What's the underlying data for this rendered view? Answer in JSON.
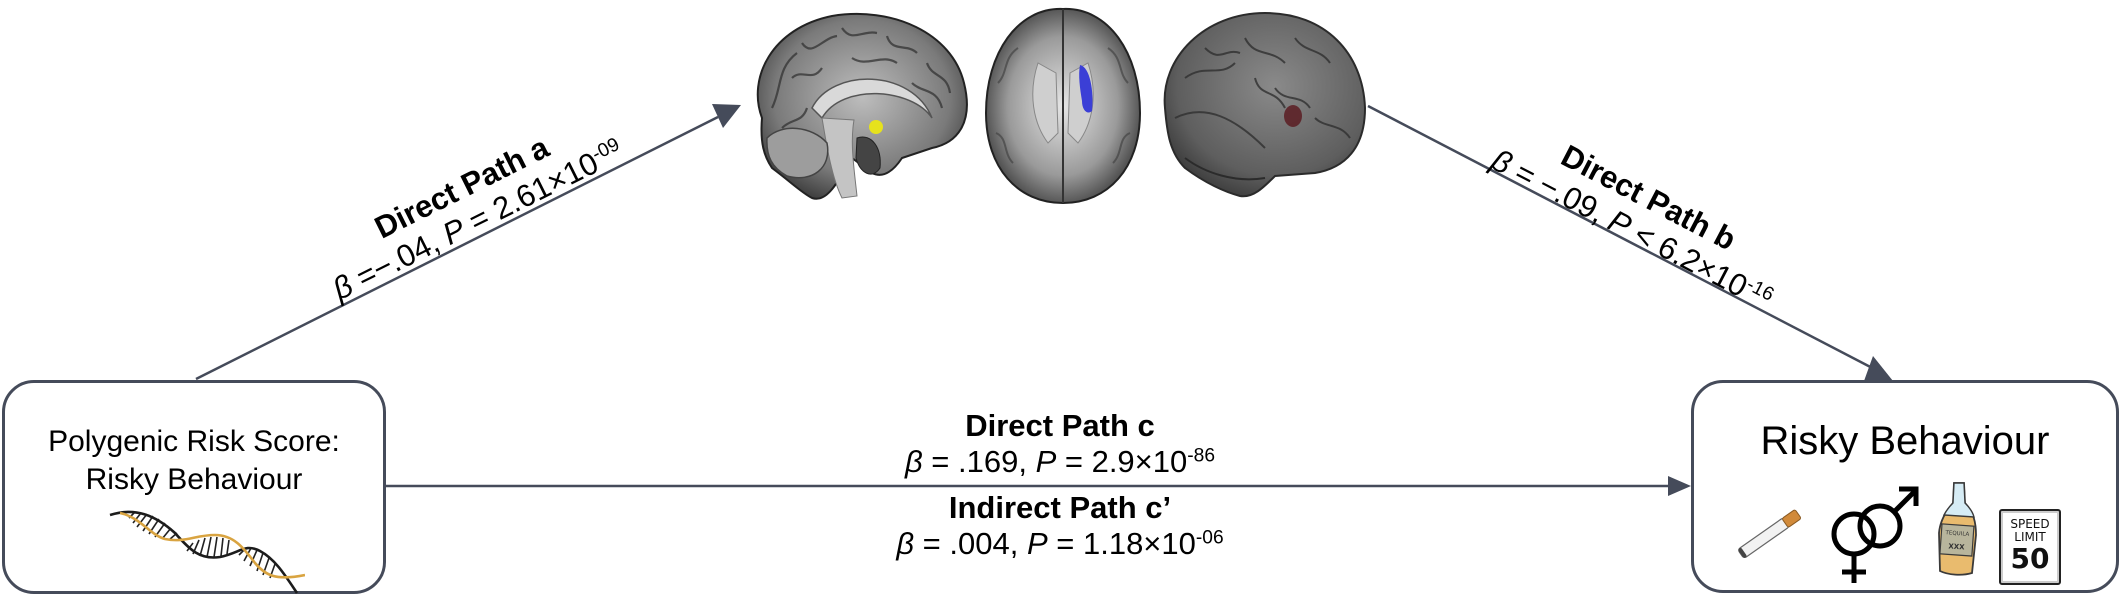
{
  "diagram": {
    "type": "mediation-model",
    "line_color": "#454b5a",
    "nodes": {
      "predictor": {
        "title_line1": "Polygenic Risk Score:",
        "title_line2": "Risky Behaviour",
        "icon": "dna-helix-icon"
      },
      "mediator": {
        "images": [
          {
            "name": "sagittal-brain-slice",
            "highlight_color": "#e6e21c"
          },
          {
            "name": "axial-brain-slice",
            "highlight_color": "#3b3fd6"
          },
          {
            "name": "lateral-brain-surface",
            "highlight_color": "#5a1c22"
          }
        ]
      },
      "outcome": {
        "title": "Risky Behaviour",
        "icons": [
          "cigarette-icon",
          "gender-symbols-icon",
          "tequila-bottle-icon",
          "speed-limit-sign-icon"
        ],
        "bottle_label_top": "TEQUILA",
        "bottle_label_bottom": "XXX",
        "sign_line1": "SPEED",
        "sign_line2": "LIMIT",
        "sign_number": "50"
      }
    },
    "paths": {
      "a": {
        "title": "Direct Path a",
        "beta_symbol": "β",
        "beta_text": " =−.04, ",
        "p_symbol": "P",
        "p_text": " = 2.61×10",
        "p_exp": "-09"
      },
      "b": {
        "title": "Direct Path b",
        "beta_symbol": "β",
        "beta_text": " = −.09, ",
        "p_symbol": "P",
        "p_text": " < 6.2×10",
        "p_exp": "-16"
      },
      "c": {
        "title": "Direct Path c",
        "beta_symbol": "β",
        "beta_text": " = .169, ",
        "p_symbol": "P",
        "p_text": " = 2.9×10",
        "p_exp": "-86"
      },
      "c_prime": {
        "title": "Indirect Path c’",
        "beta_symbol": "β",
        "beta_text": " = .004, ",
        "p_symbol": "P",
        "p_text": " = 1.18×10",
        "p_exp": "-06"
      }
    }
  }
}
